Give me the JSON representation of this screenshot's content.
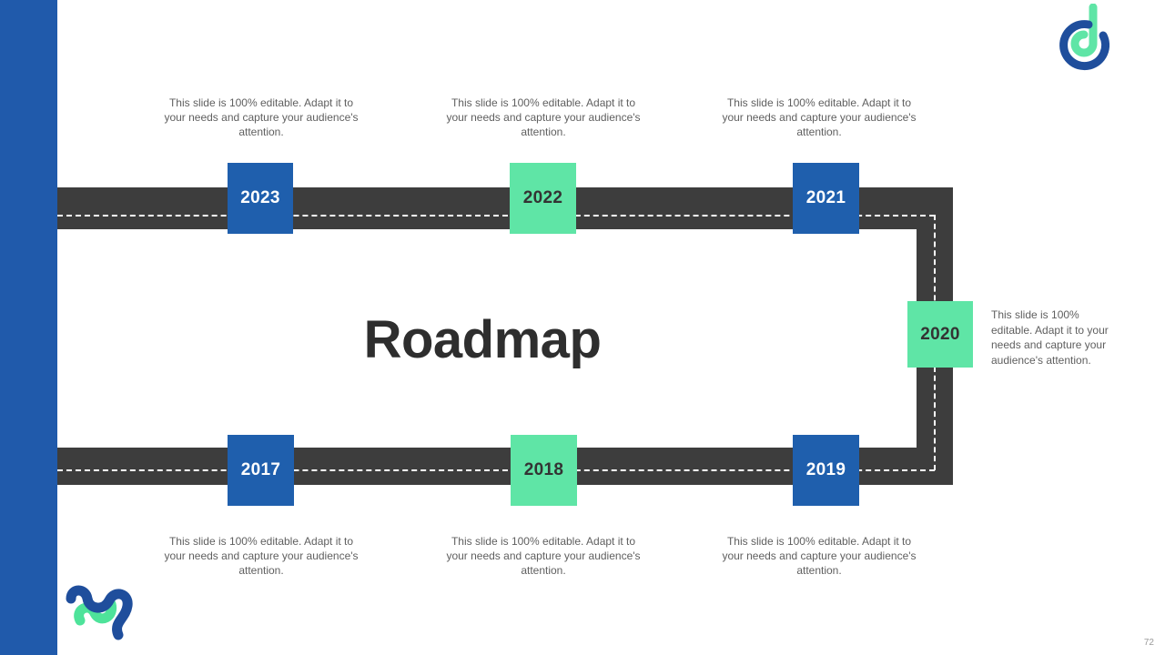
{
  "slide": {
    "title": "Roadmap",
    "page_number": "72",
    "colors": {
      "rail_blue": "#205aab",
      "marker_blue": "#1f5fad",
      "marker_green": "#5fe5a6",
      "road_gray": "#3d3d3d",
      "caption_gray": "#5f5f5f",
      "title_dark": "#2e2e2e"
    }
  },
  "logo": {
    "name": "brand-logo-d",
    "arc_color": "#1f4e9c",
    "hook_color": "#5fe5a6"
  },
  "decoration": {
    "name": "squiggle-wave",
    "blue": "#1f4e9c",
    "green": "#4ee39a"
  },
  "milestones": {
    "top": [
      {
        "year": "2023",
        "style": "blue",
        "caption": "This slide is 100% editable. Adapt it to your needs and capture your audience's attention."
      },
      {
        "year": "2022",
        "style": "green",
        "caption": "This slide is 100% editable. Adapt it to your needs and capture your audience's attention."
      },
      {
        "year": "2021",
        "style": "blue",
        "caption": "This slide is 100% editable. Adapt it to your needs and capture your audience's attention."
      }
    ],
    "right": [
      {
        "year": "2020",
        "style": "green",
        "caption": "This slide is 100% editable. Adapt it to your needs and capture your audience's attention."
      }
    ],
    "bottom": [
      {
        "year": "2017",
        "style": "blue",
        "caption": "This slide is 100% editable. Adapt it to your needs and capture your audience's attention."
      },
      {
        "year": "2018",
        "style": "green",
        "caption": "This slide is 100% editable. Adapt it to your needs and capture your audience's attention."
      },
      {
        "year": "2019",
        "style": "blue",
        "caption": "This slide is 100% editable. Adapt it to your needs and capture your audience's attention."
      }
    ]
  }
}
